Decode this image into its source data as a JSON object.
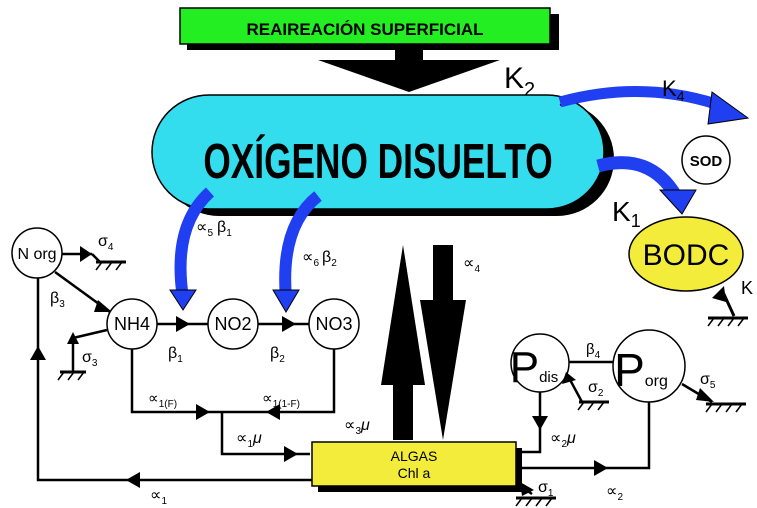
{
  "banner": {
    "text": "REAIREACIÓN SUPERFICIAL",
    "fill": "#22ee22"
  },
  "main_pool": {
    "text": "OXÍGENO DISUELTO",
    "fill": "#33ddee"
  },
  "bodc": {
    "text": "BODC",
    "fill": "#f3ec3a"
  },
  "algae": {
    "line1": "ALGAS",
    "line2": "Chl a",
    "fill": "#f3ec3a"
  },
  "arrow_color": "#1f3ff0",
  "nodes": {
    "sod": "SOD",
    "norg": "N org",
    "nh4": "NH4",
    "no2": "NO2",
    "no3": "NO3",
    "pdis_main": "P",
    "pdis_sub": "dis",
    "porg_main": "P",
    "porg_sub": "org"
  },
  "rates": {
    "k2": "K",
    "k2_sub": "2",
    "k4": "K",
    "k4_sub": "4",
    "k1": "K",
    "k1_sub": "1",
    "k": "K",
    "sigma4": "σ",
    "sigma4_sub": "4",
    "beta3": "β",
    "beta3_sub": "3",
    "sigma3": "σ",
    "sigma3_sub": "3",
    "a5b1_a": "∝",
    "a5b1_a_sub": "5",
    "a5b1_b": "β",
    "a5b1_b_sub": "1",
    "a6b2_a": "∝",
    "a6b2_a_sub": "6",
    "a6b2_b": "β",
    "a6b2_b_sub": "2",
    "alpha4": "∝",
    "alpha4_sub": "4",
    "beta1": "β",
    "beta1_sub": "1",
    "beta2": "β",
    "beta2_sub": "2",
    "a1f": "∝",
    "a1f_sub": "1(F)",
    "a11f": "∝",
    "a11f_sub": "1(1-F)",
    "a1mu": "∝",
    "a1mu_sub": "1",
    "a1mu_mu": "μ",
    "a3mu": "∝",
    "a3mu_sub": "3",
    "a3mu_mu": "μ",
    "beta4": "β",
    "beta4_sub": "4",
    "sigma2": "σ",
    "sigma2_sub": "2",
    "sigma5": "σ",
    "sigma5_sub": "5",
    "a2mu": "∝",
    "a2mu_sub": "2",
    "a2mu_mu": "μ",
    "alpha1": "∝",
    "alpha1_sub": "1",
    "sigma1": "σ",
    "sigma1_sub": "1",
    "alpha2": "∝",
    "alpha2_sub": "2"
  }
}
